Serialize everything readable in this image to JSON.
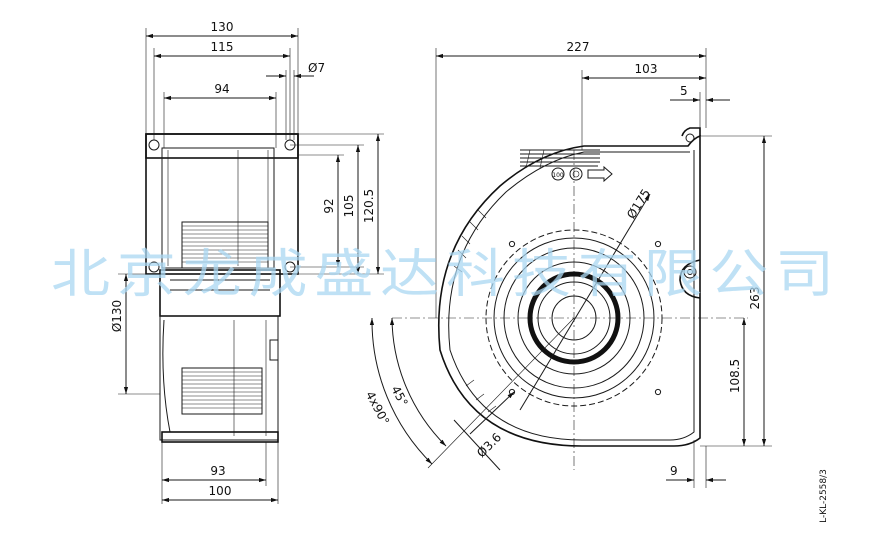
{
  "side_view": {
    "dim_130": "130",
    "dim_115": "115",
    "dim_7": "Ø7",
    "dim_94": "94",
    "dim_92": "92",
    "dim_105": "105",
    "dim_120_5": "120.5",
    "dim_dia130": "Ø130",
    "dim_93": "93",
    "dim_100": "100"
  },
  "front_view": {
    "dim_227": "227",
    "dim_103": "103",
    "dim_5": "5",
    "dim_dia175": "Ø175",
    "dim_263": "263",
    "dim_108_5": "108.5",
    "dim_9": "9",
    "dim_45": "45°",
    "dim_4x90": "4x90°",
    "dim_dia3_6": "Ø3.6",
    "cert_mark": "100"
  },
  "drawing_id": "L-KL-2558/3",
  "watermark": "北京龙成盛达科技有限公司"
}
